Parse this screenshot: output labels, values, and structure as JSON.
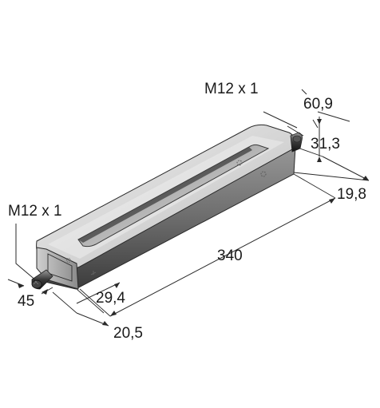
{
  "figure": {
    "labels": {
      "connector_top": "M12 x 1",
      "connector_left": "M12 x 1",
      "width_overall": "60,9",
      "height_body": "31,3",
      "depth_body": "19,8",
      "length": "340",
      "offset_45": "45",
      "offset_29_4": "29,4",
      "offset_20_5": "20,5"
    },
    "colors": {
      "body_dark": "#3b3b3b",
      "body_mid": "#8c8c8c",
      "body_light": "#d9d9d9",
      "lines": "#2a2a2a"
    }
  }
}
